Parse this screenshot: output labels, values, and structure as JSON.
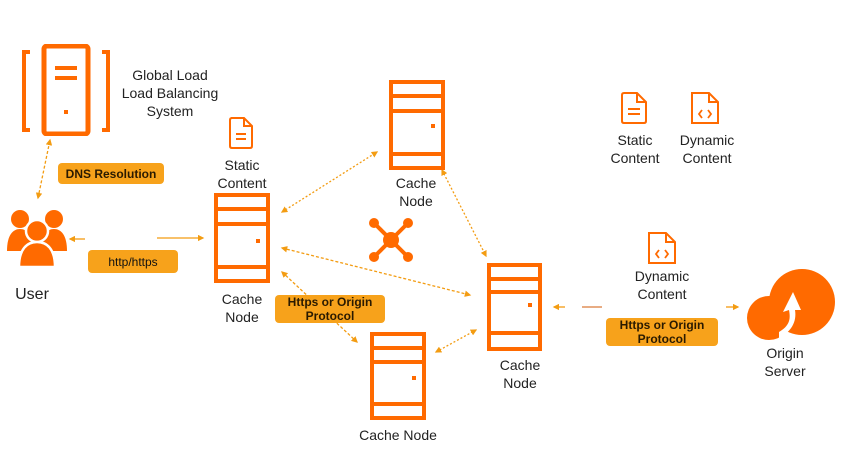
{
  "colors": {
    "accent": "#ff6a00",
    "badge": "#f7a21b",
    "connector": "#f39c12",
    "text": "#222222"
  },
  "nodes": {
    "glb": {
      "label_line1": "Global Load",
      "label_line2": "Load Balancing",
      "label_line3": "System",
      "icon": "server-rack-icon"
    },
    "user": {
      "label": "User",
      "icon": "users-group-icon"
    },
    "cache_left": {
      "label_line1": "Cache",
      "label_line2": "Node",
      "icon": "server-icon"
    },
    "cache_top": {
      "label_line1": "Cache",
      "label_line2": "Node",
      "icon": "server-icon"
    },
    "cache_bottom": {
      "label": "Cache Node",
      "icon": "server-icon"
    },
    "cache_right": {
      "label_line1": "Cache",
      "label_line2": "Node",
      "icon": "server-icon"
    },
    "origin": {
      "label_line1": "Origin",
      "label_line2": "Server",
      "icon": "cloud-upload-icon"
    },
    "hub": {
      "icon": "network-hub-icon"
    }
  },
  "content_labels": {
    "static_left": {
      "line1": "Static",
      "line2": "Content",
      "icon": "document-icon"
    },
    "legend_static": {
      "line1": "Static",
      "line2": "Content",
      "icon": "document-icon"
    },
    "legend_dynamic": {
      "line1": "Dynamic",
      "line2": "Content",
      "icon": "code-document-icon"
    },
    "dynamic_right": {
      "line1": "Dynamic",
      "line2": "Content",
      "icon": "code-document-icon"
    }
  },
  "badges": {
    "dns": "DNS Resolution",
    "http": "http/https",
    "https_origin_left_1": "Https or Origin",
    "https_origin_left_2": "Protocol",
    "https_origin_right_1": "Https or Origin",
    "https_origin_right_2": "Protocol"
  }
}
